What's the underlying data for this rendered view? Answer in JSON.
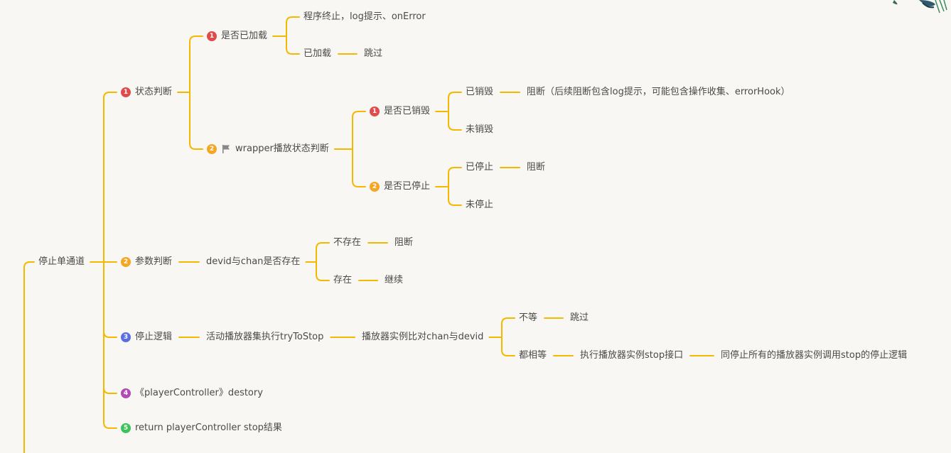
{
  "colors": {
    "line": "#f5b800",
    "badge_red": "#e04b4b",
    "badge_orange": "#f5a623",
    "badge_blue": "#5b6ee1",
    "badge_purple": "#b04ab5",
    "badge_green": "#3cc35a",
    "flag": "#888888"
  },
  "nodes": {
    "root": "停止单通道",
    "status_check": {
      "badge": "1",
      "label": "状态判断"
    },
    "loaded_check": {
      "badge": "1",
      "label": "是否已加载"
    },
    "program_stop": "程序终止，log提示、onError",
    "already_loaded": "已加载",
    "skip_1": "跳过",
    "wrapper_check": {
      "badge": "2",
      "icon": "flag-icon",
      "label": "wrapper播放状态判断"
    },
    "destroyed_check": {
      "badge": "1",
      "label": "是否已销毁"
    },
    "destroyed": "已销毁",
    "block_detail": "阻断（后续阻断包含log提示，可能包含操作收集、errorHook）",
    "not_destroyed": "未销毁",
    "stopped_check": {
      "badge": "2",
      "label": "是否已停止"
    },
    "stopped": "已停止",
    "block_1": "阻断",
    "not_stopped": "未停止",
    "param_check": {
      "badge": "2",
      "label": "参数判断"
    },
    "devid_chan": "devid与chan是否存在",
    "not_exist": "不存在",
    "block_2": "阻断",
    "exist": "存在",
    "continue": "继续",
    "stop_logic": {
      "badge": "3",
      "label": "停止逻辑"
    },
    "active_players": "活动播放器集执行tryToStop",
    "compare": "播放器实例比对chan与devid",
    "not_equal": "不等",
    "skip_2": "跳过",
    "all_equal": "都相等",
    "exec_stop": "执行播放器实例stop接口",
    "same_stop": "同停止所有的播放器实例调用stop的停止逻辑",
    "destroy": {
      "badge": "4",
      "label": "《playerController》destory"
    },
    "return": {
      "badge": "5",
      "label": "return playerController stop结果"
    }
  }
}
